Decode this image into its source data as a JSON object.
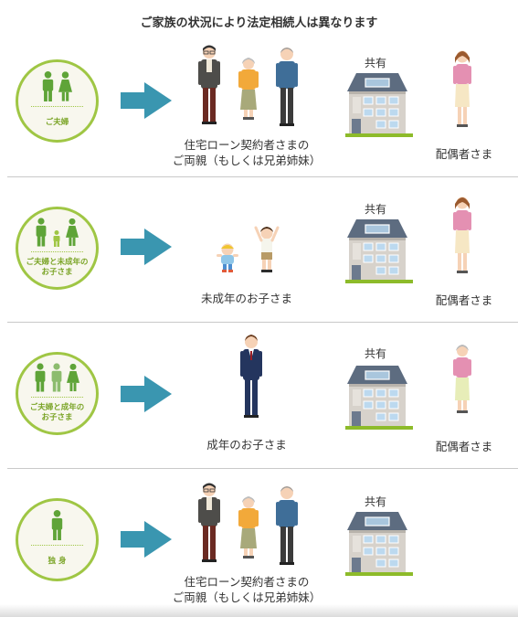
{
  "title": "ご家族の状況により法定相続人は異なります",
  "shared_label": "共有",
  "spouse_label": "配偶者さま",
  "rows": [
    {
      "badge": "ご夫婦",
      "heirs": [
        "住宅ローン契約者さまの",
        "ご両親（もしくは兄弟姉妹）"
      ]
    },
    {
      "badge": "ご夫婦と未成年の お子さま",
      "badge_lines": [
        "ご夫婦と未成年の",
        "お子さま"
      ],
      "heirs": [
        "未成年のお子さま"
      ]
    },
    {
      "badge": "ご夫婦と成年の お子さま",
      "badge_lines": [
        "ご夫婦と成年の",
        "お子さま"
      ],
      "heirs": [
        "成年のお子さま"
      ]
    },
    {
      "badge": "独 身",
      "heirs": [
        "住宅ローン契約者さまの",
        "ご両親（もしくは兄弟姉妹）"
      ]
    }
  ],
  "colors": {
    "badge_green": "#9fc644",
    "arrow_teal": "#3a96b0",
    "roof": "#5e6e82",
    "lawn": "#8dbb2a"
  }
}
